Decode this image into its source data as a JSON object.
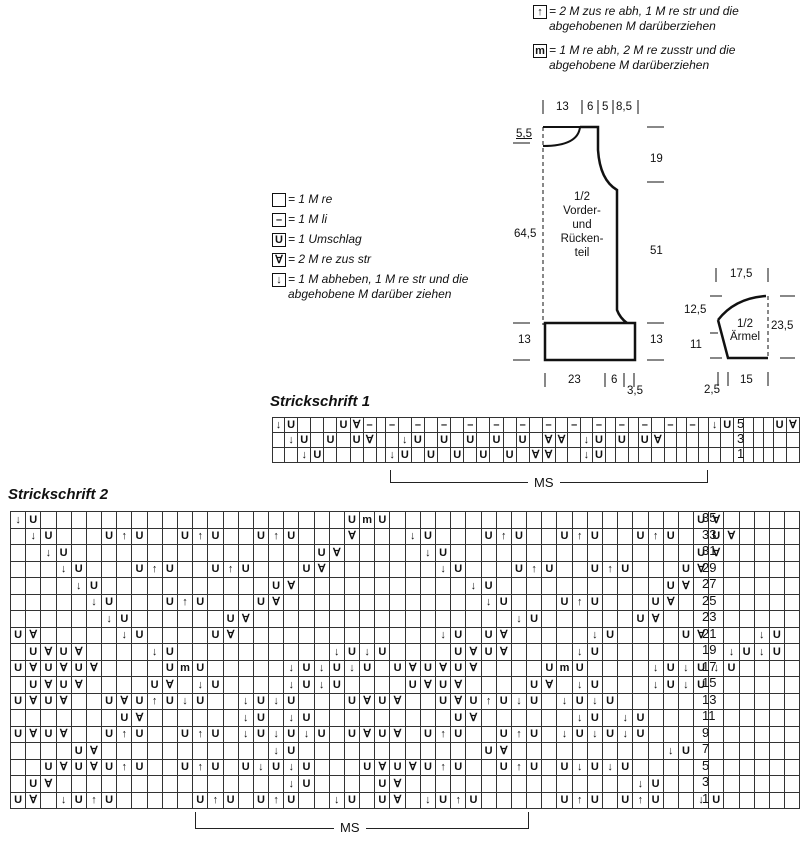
{
  "legend_top": [
    {
      "symbol": "↑",
      "text": "= 2 M zus re abh, 1 M re str und die\nabgehobenen M darüberziehen"
    },
    {
      "symbol": "m",
      "text": "= 1 M re abh, 2 M re zusstr und die\nabgehobene M darüberziehen"
    }
  ],
  "legend_left": [
    {
      "symbol": "",
      "text": "= 1 M re"
    },
    {
      "symbol": "–",
      "text": "= 1 M li"
    },
    {
      "symbol": "U",
      "text": "= 1 Umschlag"
    },
    {
      "symbol": "∀",
      "text": "= 2 M re zus str"
    },
    {
      "symbol": "↓",
      "text": "= 1 M abheben, 1 M re str und die\nabgehobene M darüber ziehen"
    }
  ],
  "schema_body": {
    "top": [
      "13",
      "6",
      "5",
      "8,5"
    ],
    "neck": "5,5",
    "height_left": "64,5",
    "height_upper": "19",
    "height_mid": "51",
    "rib_left": "13",
    "rib_right": "13",
    "bottom": [
      "23",
      "6",
      "3,5"
    ],
    "label": "1/2\nVorder-\nund\nRücken-\nteil"
  },
  "schema_sleeve": {
    "top": "17,5",
    "left_upper": "12,5",
    "left_lower": "11",
    "right": "23,5",
    "bottom": [
      "2,5",
      "15"
    ],
    "label": "1/2\nÄrmel"
  },
  "chart1": {
    "title": "Strickschrift 1",
    "rows": [
      {
        "num": "5",
        "cells": "DU   UV– – – – – – – – – – – – – – DU    UV"
      },
      {
        "num": "3",
        "cells": " DU U UV  DU U U U U VV DU U UV "
      },
      {
        "num": "1",
        "cells": "  DU     DU U U U U VV  DU  "
      }
    ],
    "ms_label": "MS"
  },
  "chart2": {
    "title": "Strickschrift 2",
    "rows": [
      {
        "num": "35",
        "cells": "DU                    UMU                    UV"
      },
      {
        "num": "33",
        "cells": " DU   UAU  UAU  UAU   V   DU   UAU  UAU  UAU  UV "
      },
      {
        "num": "31",
        "cells": "  DU                UV     DU                UV  "
      },
      {
        "num": "29",
        "cells": "   DU   UAU  UAU   UV       DU   UAU  UAU   UV   "
      },
      {
        "num": "27",
        "cells": "    DU           UV           DU           UV    "
      },
      {
        "num": "25",
        "cells": "     DU   UAU   UV             DU   UAU   UV     "
      },
      {
        "num": "23",
        "cells": "      DU      UV                 DU      UV      "
      },
      {
        "num": "21",
        "cells": "UV     DU    UV             DU UV     DU    UV   DU"
      },
      {
        "num": "19",
        "cells": " UVUV    DU          DUDU    UVUV    DU        DUDU "
      },
      {
        "num": "17",
        "cells": "UVUVUV    UMU     DUDUDU UVUVUV    UMU    DUDUDU"
      },
      {
        "num": "15",
        "cells": " UVUV    UV DU    DUDU    UVUV    UV DU   DUDU "
      },
      {
        "num": "13",
        "cells": "UVUV  UVUAUDU  DUDU   UVUV  UVUAUDU DUDU "
      },
      {
        "num": "11",
        "cells": "       UV      DU DU         UV      DU DU "
      },
      {
        "num": "9",
        "cells": "UVUV  UAU  UAU DUDUDU UVUV UAU  UAU DUDUDU"
      },
      {
        "num": "7",
        "cells": "    UV           DU            UV          DU   "
      },
      {
        "num": "5",
        "cells": "  UVUVUAU  UAU UDUDU   UVUVUAU  UAU UDUDU  "
      },
      {
        "num": "3",
        "cells": " UV               DU    UV               DU "
      },
      {
        "num": "1",
        "cells": "UV DUAU     UAU UAU  DU UV DUAU     UAU UAU  DU"
      }
    ],
    "ms_label": "MS"
  }
}
